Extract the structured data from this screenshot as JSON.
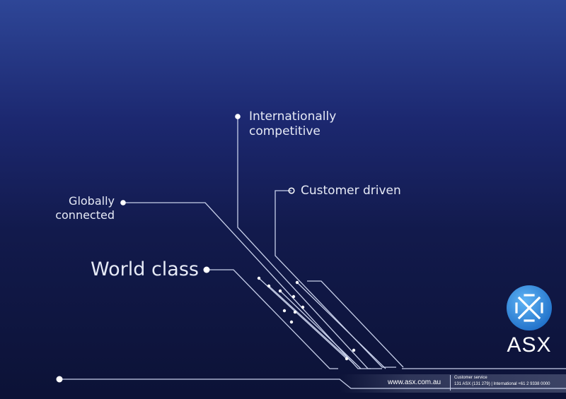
{
  "labels": {
    "internationally_line1": "Internationally",
    "internationally_line2": "competitive",
    "customer": "Customer driven",
    "globally_line1": "Globally",
    "globally_line2": "connected",
    "world": "World class"
  },
  "logo": {
    "word": "ASX"
  },
  "footer": {
    "website": "www.asx.com.au",
    "service_title": "Customer service",
    "service_numbers": "131 ASX (131 279) | International +61 2 9338 0000"
  },
  "colors": {
    "background_top": "#2e4697",
    "background_bottom": "#0c1236",
    "line": "#c8d0ea",
    "logo_blue": "#2f8ee0"
  }
}
